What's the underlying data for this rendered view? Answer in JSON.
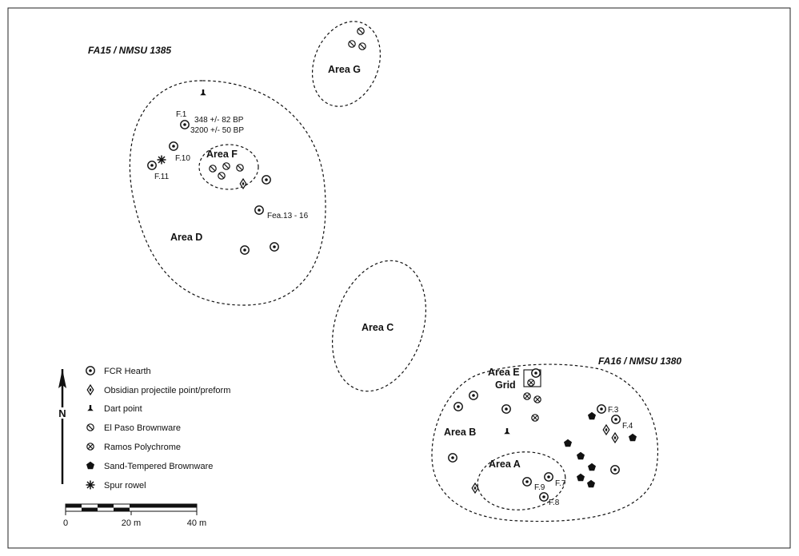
{
  "sites": {
    "fa15": "FA15 / NMSU 1385",
    "fa16": "FA16 / NMSU 1380"
  },
  "areas": {
    "a": "Area A",
    "b": "Area B",
    "c": "Area C",
    "d": "Area D",
    "e_line1": "Area E",
    "e_line2": "Grid",
    "f": "Area F",
    "g": "Area G"
  },
  "features": {
    "f1": "F.1",
    "f3": "F.3",
    "f4": "F.4",
    "f7": "F.7",
    "f8": "F.8",
    "f9": "F.9",
    "f10": "F.10",
    "f11": "F.11",
    "fea13_16": "Fea.13 - 16"
  },
  "dates": {
    "date1": "348 +/- 82 BP",
    "date2": "3200 +/- 50 BP"
  },
  "legend": [
    {
      "symbol": "fcr-hearth",
      "label": "FCR Hearth"
    },
    {
      "symbol": "obsidian-point",
      "label": "Obsidian projectile point/preform"
    },
    {
      "symbol": "dart-point",
      "label": "Dart point"
    },
    {
      "symbol": "el-paso-brownware",
      "label": "El Paso Brownware"
    },
    {
      "symbol": "ramos-polychrome",
      "label": "Ramos Polychrome"
    },
    {
      "symbol": "sand-tempered-brownware",
      "label": "Sand-Tempered Brownware"
    },
    {
      "symbol": "spur-rowel",
      "label": "Spur rowel"
    }
  ],
  "north_arrow": {
    "label": "N"
  },
  "scale": {
    "labels": [
      "0",
      "20 m",
      "40 m"
    ],
    "max_m": 40
  }
}
